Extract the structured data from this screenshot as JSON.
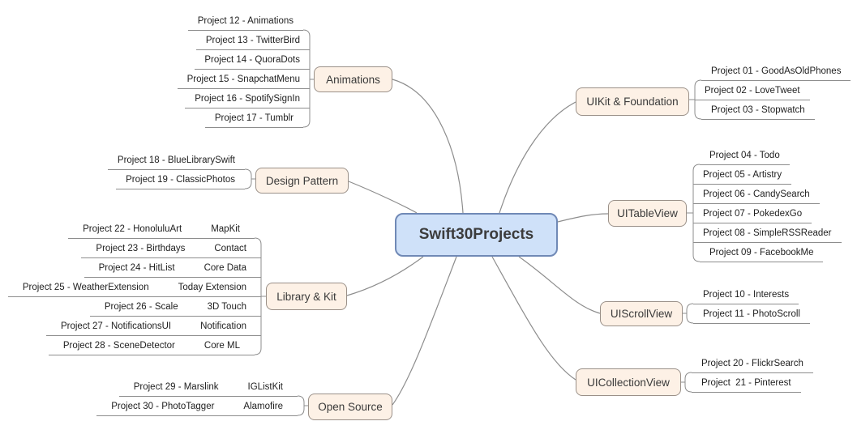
{
  "colors": {
    "central_fill": "#cfe1f9",
    "central_border": "#7089b6",
    "central_text": "#3c3c3c",
    "topic_fill": "#fdf1e6",
    "topic_border": "#9a9088",
    "topic_text": "#3a3a3a",
    "leaf_text": "#1e1e1e",
    "line": "#8d8d8d"
  },
  "central": {
    "label": "Swift30Projects"
  },
  "branches": {
    "animations": {
      "label": "Animations",
      "children": [
        {
          "label": "Project 12 - Animations"
        },
        {
          "label": "Project 13 - TwitterBird"
        },
        {
          "label": "Project 14 - QuoraDots"
        },
        {
          "label": "Project 15 - SnapchatMenu"
        },
        {
          "label": "Project 16 - SpotifySignIn"
        },
        {
          "label": "Project 17 - Tumblr"
        }
      ]
    },
    "design_pattern": {
      "label": "Design Pattern",
      "children": [
        {
          "label": "Project 18 - BlueLibrarySwift"
        },
        {
          "label": "Project 19 - ClassicPhotos"
        }
      ]
    },
    "library_kit": {
      "label": "Library & Kit",
      "children": [
        {
          "label": "Project 22 - HonoluluArt",
          "kit": "MapKit"
        },
        {
          "label": "Project 23 - Birthdays",
          "kit": "Contact"
        },
        {
          "label": "Project 24 - HitList",
          "kit": "Core Data"
        },
        {
          "label": "Project 25 - WeatherExtension",
          "kit": "Today Extension"
        },
        {
          "label": "Project 26 - Scale",
          "kit": "3D Touch"
        },
        {
          "label": "Project 27 - NotificationsUI",
          "kit": "Notification"
        },
        {
          "label": "Project 28 - SceneDetector",
          "kit": "Core ML"
        }
      ]
    },
    "open_source": {
      "label": "Open Source",
      "children": [
        {
          "label": "Project 29 - Marslink",
          "kit": "IGListKit"
        },
        {
          "label": "Project 30 - PhotoTagger",
          "kit": "Alamofire"
        }
      ]
    },
    "uikit_foundation": {
      "label": "UIKit & Foundation",
      "children": [
        {
          "label": "Project 01 - GoodAsOldPhones"
        },
        {
          "label": "Project 02 - LoveTweet"
        },
        {
          "label": "Project 03 - Stopwatch"
        }
      ]
    },
    "uitableview": {
      "label": "UITableView",
      "children": [
        {
          "label": "Project 04 - Todo"
        },
        {
          "label": "Project 05 - Artistry"
        },
        {
          "label": "Project 06 - CandySearch"
        },
        {
          "label": "Project 07 - PokedexGo"
        },
        {
          "label": "Project 08 - SimpleRSSReader"
        },
        {
          "label": "Project 09 - FacebookMe"
        }
      ]
    },
    "uiscrollview": {
      "label": "UIScrollView",
      "children": [
        {
          "label": "Project 10 - Interests"
        },
        {
          "label": "Project 11 - PhotoScroll"
        }
      ]
    },
    "uicollectionview": {
      "label": "UICollectionView",
      "children": [
        {
          "label": "Project 20 - FlickrSearch"
        },
        {
          "label": "Project  21 - Pinterest"
        }
      ]
    }
  }
}
